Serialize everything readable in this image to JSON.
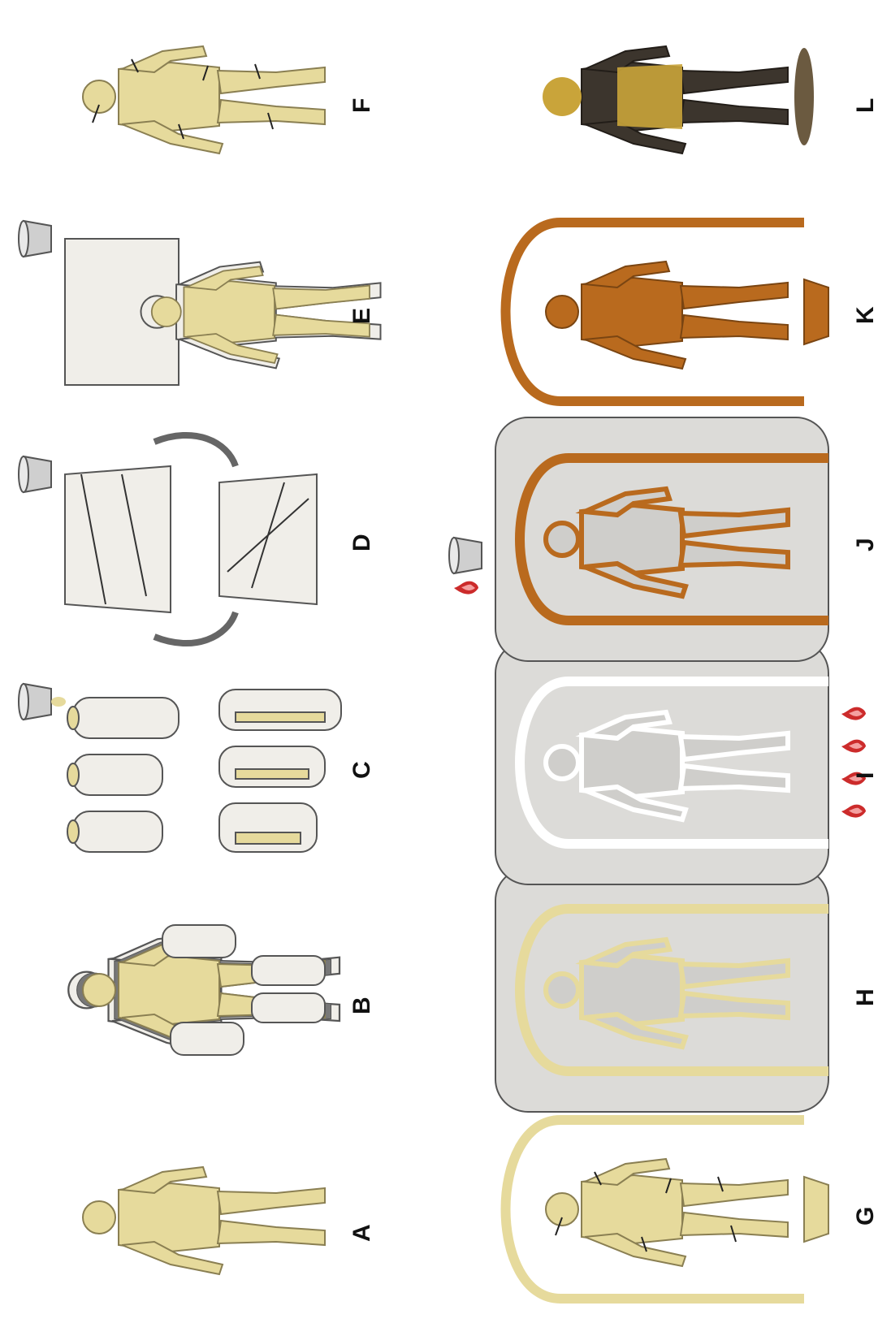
{
  "figure": {
    "orientation": "rotated-90-ccw",
    "colors": {
      "wax": "#e6da9c",
      "wax_stroke": "#8a7f52",
      "mold": "#f0eee9",
      "mold_stroke": "#555555",
      "mold_inner": "#777777",
      "investment": "#dcdbd8",
      "core": "#cfcecb",
      "bronze": "#b96a1e",
      "dark_bronze": "#3c352d",
      "gilding": "#c9a43a",
      "flame": "#cc2b2b",
      "ink": "#111111"
    },
    "panels": [
      {
        "label": "A",
        "content": "wax-model"
      },
      {
        "label": "B",
        "content": "piece-mold-around-model"
      },
      {
        "label": "C",
        "content": "limb-molds-lined-with-wax"
      },
      {
        "label": "D",
        "content": "body-mold-rotated-with-wax"
      },
      {
        "label": "E",
        "content": "mold-opened-wax-shell"
      },
      {
        "label": "F",
        "content": "wax-parts-with-chaplets"
      },
      {
        "label": "G",
        "content": "wax-with-sprues-and-vents"
      },
      {
        "label": "H",
        "content": "invested-in-plaster"
      },
      {
        "label": "I",
        "content": "wax-burnout"
      },
      {
        "label": "J",
        "content": "bronze-pour"
      },
      {
        "label": "K",
        "content": "bronze-casting-with-sprues"
      },
      {
        "label": "L",
        "content": "finished-patinated-statue"
      }
    ]
  }
}
